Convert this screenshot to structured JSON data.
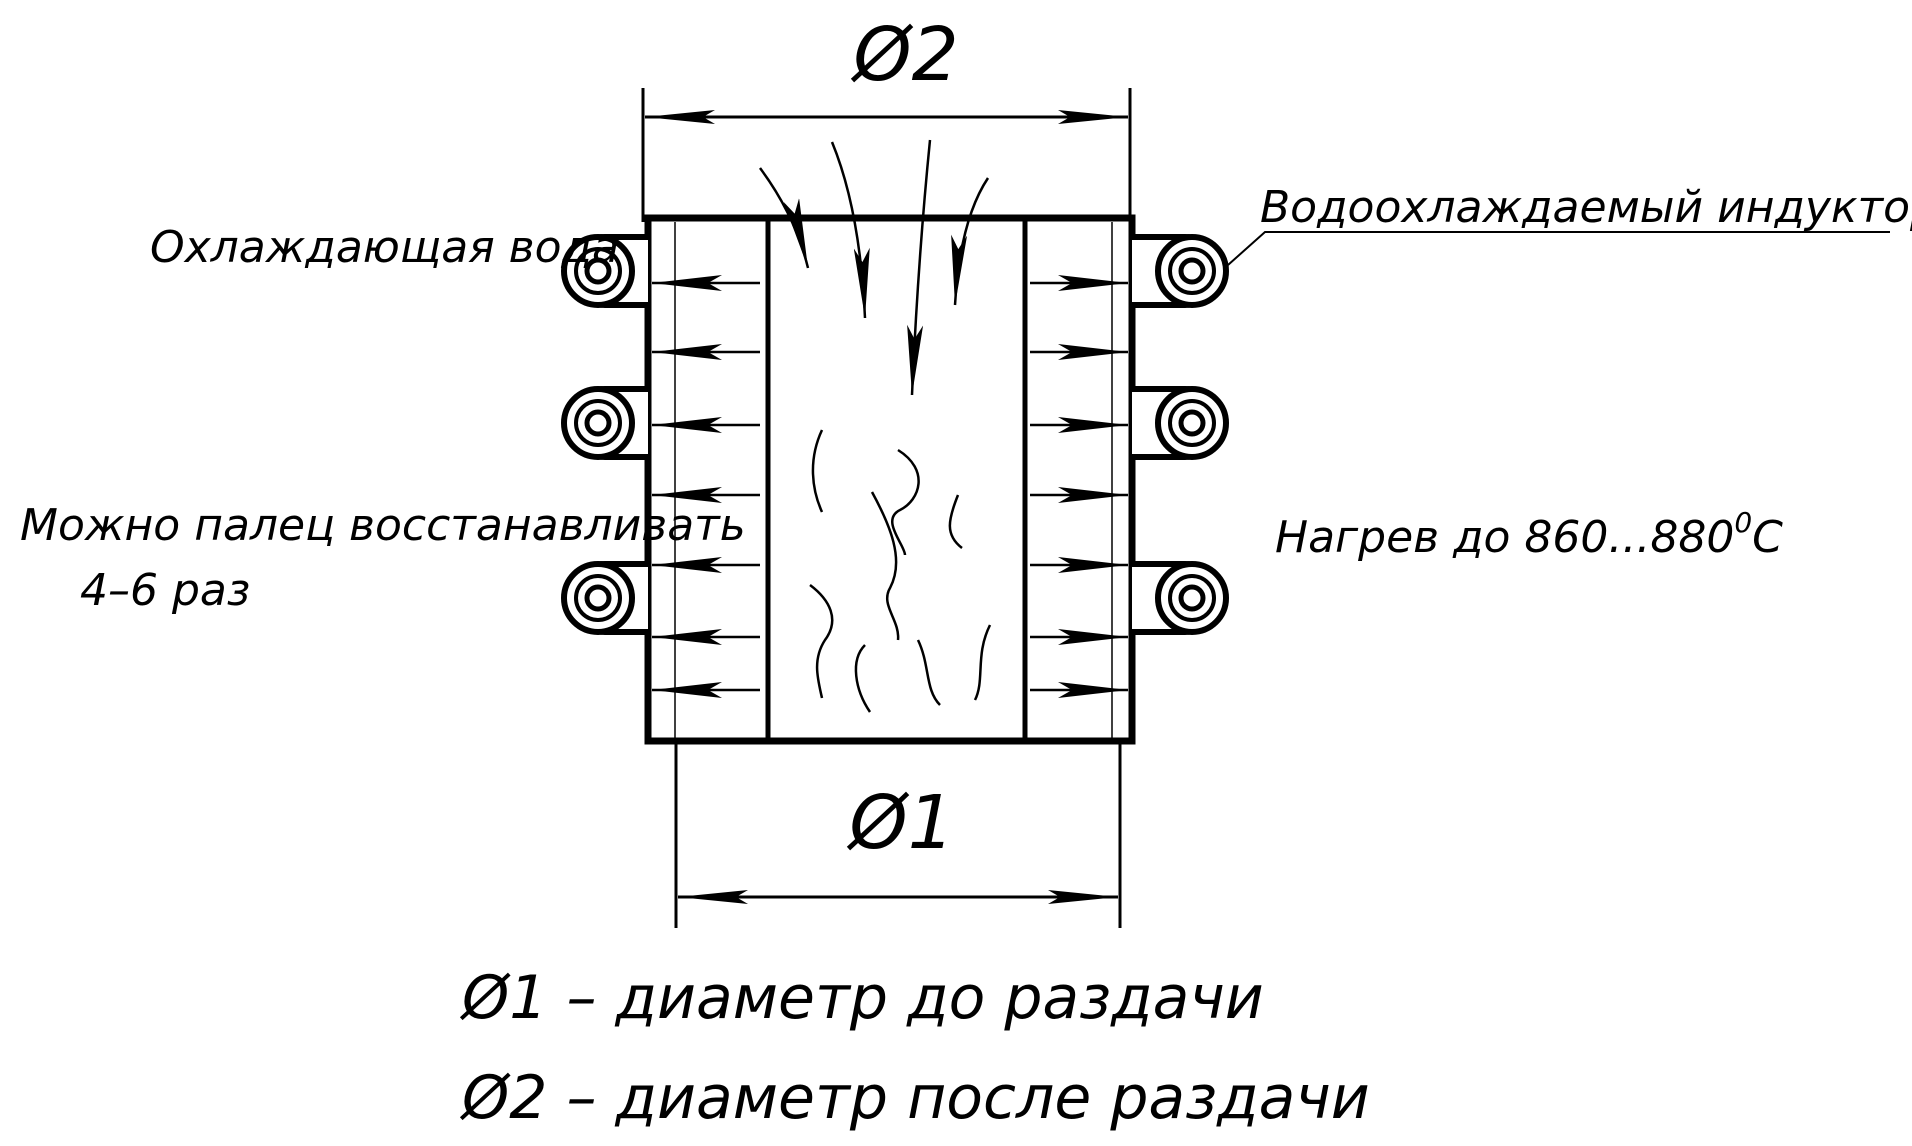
{
  "labels": {
    "phi2": "Ø2",
    "phi1": "Ø1",
    "cooling_water": "Охлаждающая вода",
    "inductor": "Водоохлаждаемый индуктор ТВЧ",
    "restore_line1": "Можно палец восстанавливать",
    "restore_line2": "4–6 раз",
    "heating_text": "Нагрев до 860...880",
    "heating_deg": "0",
    "heating_unit": "С"
  },
  "legend": {
    "line1": "Ø1 – диаметр до раздачи",
    "line2": "Ø2 – диаметр после раздачи"
  },
  "colors": {
    "ink": "#000000",
    "paper": "#ffffff"
  },
  "icons": {
    "coil_turn": "inductor-coil-icon",
    "force_arrow": "arrow-icon"
  }
}
